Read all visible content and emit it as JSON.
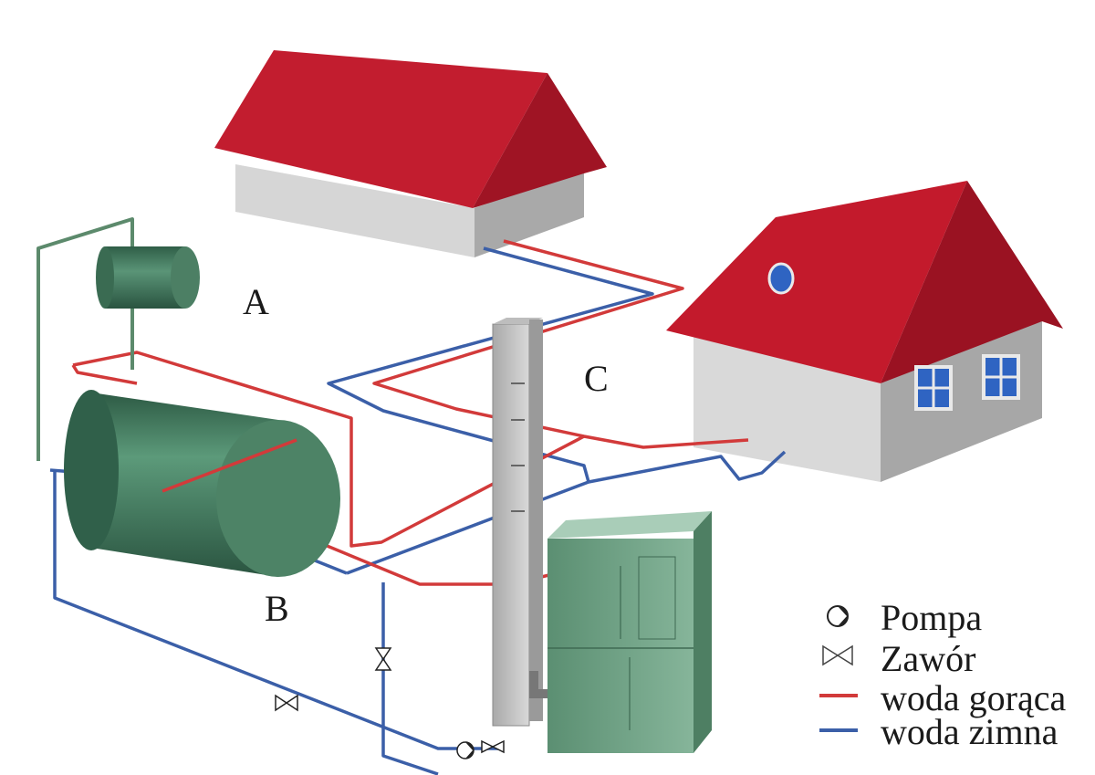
{
  "labels": {
    "a": "A",
    "b": "B",
    "c": "C"
  },
  "legend": {
    "pump": "Pompa",
    "valve": "Zawór",
    "hot_water": "woda gorąca",
    "cold_water": "woda zimna"
  },
  "colors": {
    "hot_pipe": "#d23a3a",
    "cold_pipe": "#3b5fa8",
    "roof": "#c3172a",
    "wall": "#c9c9c9",
    "tank": "#3f7a5c",
    "vent_pipe": "#5c8a6c"
  },
  "icons": [
    "pump-icon",
    "valve-icon",
    "house-icon",
    "window-icon",
    "tank-icon",
    "boiler-icon",
    "chimney-icon"
  ]
}
